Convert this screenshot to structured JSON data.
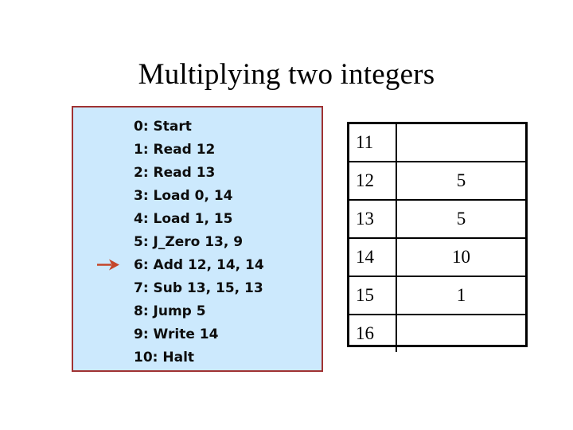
{
  "slide": {
    "title": "Multiplying two integers",
    "background_color": "#ffffff"
  },
  "program_panel": {
    "background_color": "#cce9fd",
    "border_color": "#a03232",
    "pointer": {
      "icon": "right-arrow-icon",
      "color": "#c4462a",
      "points_to_line_index": 6
    },
    "lines": [
      {
        "label": "0: Start"
      },
      {
        "label": "1: Read 12"
      },
      {
        "label": "2: Read 13"
      },
      {
        "label": "3: Load 0, 14"
      },
      {
        "label": "4: Load 1, 15"
      },
      {
        "label": "5: J_Zero 13, 9"
      },
      {
        "label": "6: Add 12, 14, 14"
      },
      {
        "label": "7: Sub 13, 15, 13"
      },
      {
        "label": "8: Jump 5"
      },
      {
        "label": "9: Write 14"
      },
      {
        "label": "10: Halt"
      }
    ]
  },
  "memory_table": {
    "border_color": "#000000",
    "rows": [
      {
        "address": "11",
        "value": ""
      },
      {
        "address": "12",
        "value": "5"
      },
      {
        "address": "13",
        "value": "5"
      },
      {
        "address": "14",
        "value": "10"
      },
      {
        "address": "15",
        "value": "1"
      },
      {
        "address": "16",
        "value": ""
      }
    ]
  }
}
